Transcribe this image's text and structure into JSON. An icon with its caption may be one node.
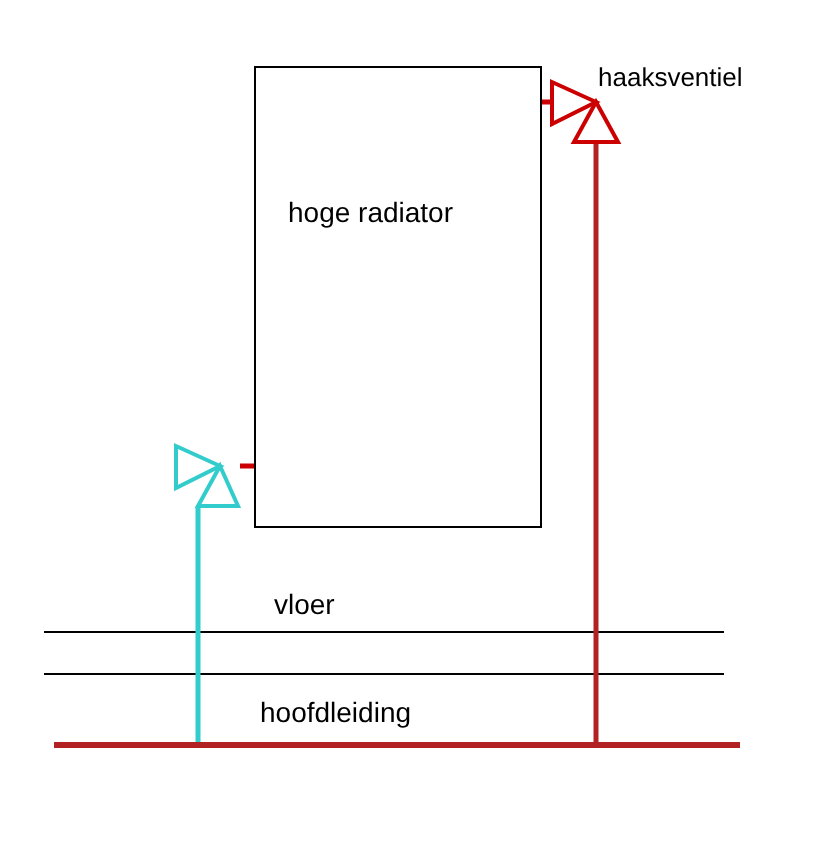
{
  "diagram": {
    "nodes": [
      {
        "text": [
          "hoge radiator"
        ]
      },
      {
        "text": [],
        "shape": "valve",
        "beside": [
          "haaksventiel"
        ]
      },
      {
        "text": [],
        "shape": "valve"
      },
      {
        "text": [],
        "shape": "bar"
      }
    ],
    "edges": [
      {
        "from": 3,
        "to": 1,
        "arrow": "none",
        "color": "#b22222"
      },
      {
        "from": 1,
        "to": 0,
        "arrow": "none",
        "color": "#cc0000"
      },
      {
        "from": 3,
        "to": 2,
        "arrow": "none",
        "color": "#33cccc"
      },
      {
        "from": 2,
        "to": 0,
        "arrow": "none",
        "color": "#cc0000"
      }
    ],
    "labels": [
      "vloer",
      "hoofdleiding"
    ]
  }
}
